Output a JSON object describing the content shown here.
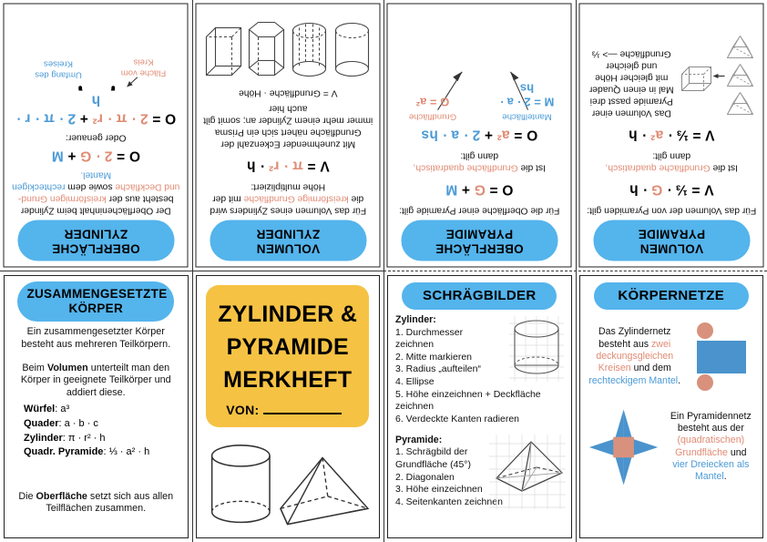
{
  "meta": {
    "doc_title": "Zylinder & Pyramide Merkheft",
    "accent_blue": "#54b4ec",
    "accent_yellow": "#f5c243",
    "text_red": "#e08b74",
    "text_blue": "#4b9ad6"
  },
  "panels": {
    "oberflaeche_zylinder": {
      "title_line1": "OBERFLÄCHE",
      "title_line2": "ZYLINDER",
      "intro": "Der Oberflächeninhalt beim Zylinder besteht aus der",
      "intro_red": "kreisförmigen Grund- und Deckfläche",
      "intro_mid": " sowie dem ",
      "intro_blue": "rechteckigen Mantel.",
      "formula_main_o": "O = ",
      "formula_main_red": "2 · G",
      "formula_main_plus": " + ",
      "formula_main_blue": "M",
      "oder_genauer": "Oder genauer:",
      "formula2_o": "O = ",
      "formula2_red": "2 · π · r²",
      "formula2_plus": " + ",
      "formula2_blue": "2 · π · r · h",
      "label_red": "Fläche vom Kreis",
      "label_blue": "Umfang des Kreises"
    },
    "volumen_zylinder": {
      "title_line1": "VOLUMEN",
      "title_line2": "ZYLINDER",
      "intro": "Für das Volumen eines Zylinders wird die ",
      "intro_red": "kreisförmige Grundfläche",
      "intro_end": " mit der Höhe multipliziert:",
      "formula_v": "V = ",
      "formula_red": "π · r²",
      "formula_dot": " · ",
      "formula_h": "h",
      "explain": "Mit zunehmender Eckenzahl der Grundfläche nähert sich ein Prisma immer mehr einem Zylinder an; somit gilt auch hier",
      "rule": "V = Grundfläche · Höhe",
      "figures": [
        "cylinder",
        "many-sided-prism",
        "hexagonal-prism",
        "cube"
      ]
    },
    "oberflaeche_pyramide": {
      "title_line1": "OBERFLÄCHE",
      "title_line2": "PYRAMIDE",
      "intro": "Für die Oberfläche einer Pyramide gilt:",
      "formula_o": "O = ",
      "formula_red": "G",
      "formula_plus": " + ",
      "formula_blue": "M",
      "cond_pre": "Ist die ",
      "cond_red": "Grundfläche quadratisch,",
      "cond_post": "dann gilt:",
      "formula2_o": "O = ",
      "formula2_red": "a²",
      "formula2_plus": " + ",
      "formula2_blue": "2 · a · hs",
      "label_red_name": "Grundfläche",
      "label_red_val": "G = a²",
      "label_blue_name": "Mantelfläche",
      "label_blue_val": "M = 2 · a · hs"
    },
    "volumen_pyramide": {
      "title_line1": "VOLUMEN",
      "title_line2": "PYRAMIDE",
      "intro": "Für das Volumen der von Pyramiden gilt:",
      "formula_v": "V = ⅓ · ",
      "formula_red": "G",
      "formula_dot": " · ",
      "formula_h": "h",
      "cond_pre": "Ist die ",
      "cond_red": "Grundfläche quadratisch,",
      "cond_post": "dann gilt:",
      "formula2_v": "V = ⅓ · ",
      "formula2_red": "a²",
      "formula2_dot": " · ",
      "formula2_h": "h",
      "explain": "Das Volumen einer Pyramide passt drei Mal in einen Quader mit gleicher Höhe und gleicher Grundfläche —> ⅓",
      "figures": [
        "pyramid",
        "pyramid",
        "pyramid",
        "cuboid"
      ]
    },
    "zusammengesetzte_koerper": {
      "title_line1": "ZUSAMMENGESETZTE",
      "title_line2": "KÖRPER",
      "p1": "Ein zusammengesetzter Körper besteht aus mehreren Teilkörpern.",
      "p2_pre": "Beim ",
      "p2_bold": "Volumen",
      "p2_post": " unterteilt man den Körper in geeignete Teilkörper und addiert diese.",
      "list": [
        {
          "name": "Würfel",
          "formula": "a³"
        },
        {
          "name": "Quader",
          "formula": "a · b · c"
        },
        {
          "name": "Zylinder",
          "formula": "π · r² · h"
        },
        {
          "name": "Quadr. Pyramide",
          "formula": "⅓ · a² · h"
        }
      ],
      "p3_pre": "Die ",
      "p3_bold": "Oberfläche",
      "p3_post": " setzt sich aus allen Teilflächen zusammen."
    },
    "cover": {
      "line1": "ZYLINDER &",
      "line2": "PYRAMIDE",
      "line3": "MERKHEFT",
      "von_label": "VON:",
      "von_value": "",
      "figures": [
        "cylinder",
        "square-pyramid"
      ]
    },
    "schraegbilder": {
      "title": "SCHRÄGBILDER",
      "group1_heading": "Zylinder:",
      "group1_steps": [
        "1. Durchmesser zeichnen",
        "2. Mitte markieren",
        "3. Radius „aufteilen“",
        "4. Ellipse",
        "5. Höhe einzeichnen + Deckfläche zeichnen",
        "6. Verdeckte Kanten radieren"
      ],
      "group2_heading": "Pyramide:",
      "group2_steps": [
        "1. Schrägbild der Grundfläche (45°)",
        "2. Diagonalen",
        "3. Höhe einzeichnen",
        "4. Seitenkanten zeichnen"
      ]
    },
    "koerpernetze": {
      "title": "KÖRPERNETZE",
      "zyl_t1": "Das Zylindernetz besteht aus ",
      "zyl_red": "zwei deckungsgleichen Kreisen",
      "zyl_t2": " und dem ",
      "zyl_blue": "rechteckigem Mantel",
      "zyl_t3": ".",
      "pyr_t1": "Ein Pyramidennetz besteht aus der ",
      "pyr_red": "(quadratischen) Grundfläche",
      "pyr_t2": " und ",
      "pyr_blue": "vier Dreiecken als Mantel",
      "pyr_t3": "."
    }
  }
}
